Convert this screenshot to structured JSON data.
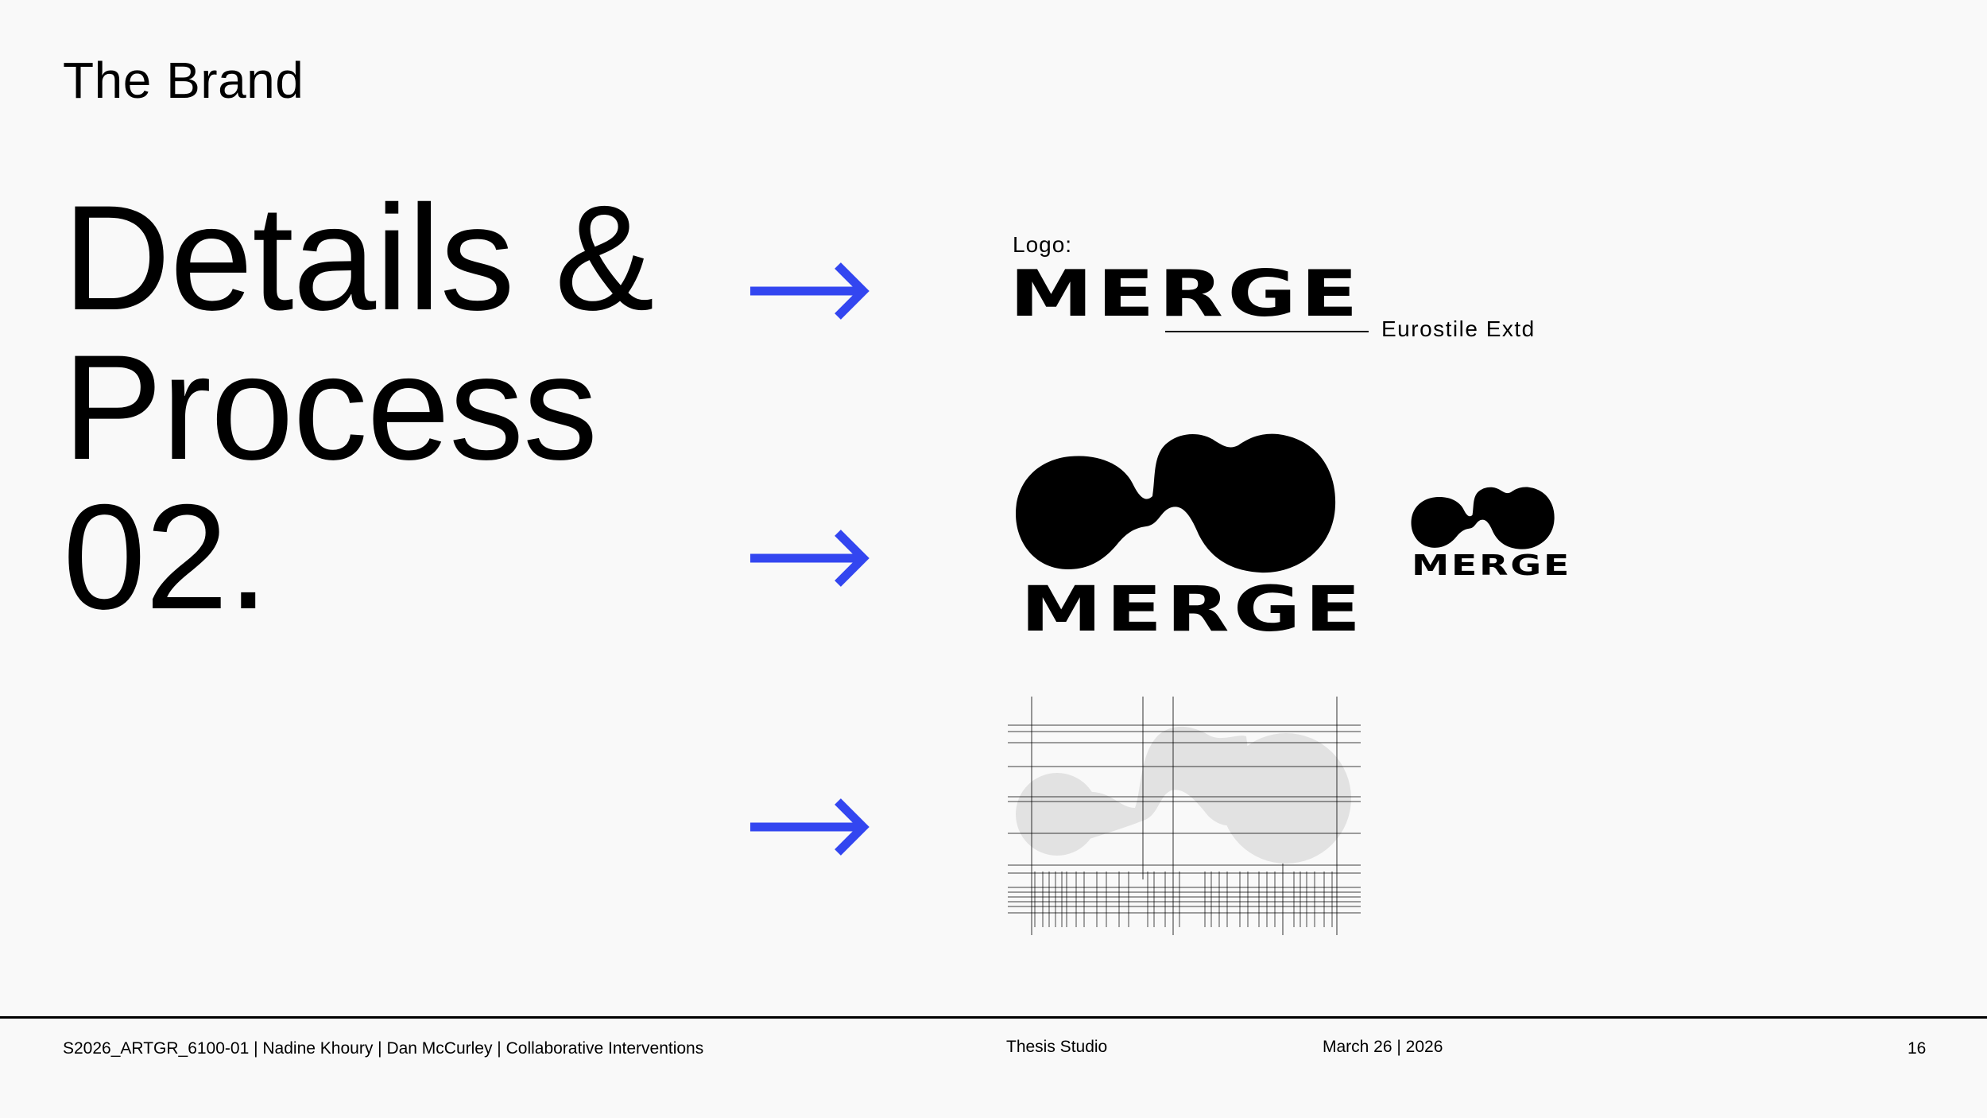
{
  "header": {
    "section_label": "The Brand"
  },
  "title": {
    "line1": "Details &",
    "line2": "Process",
    "line3": "02."
  },
  "logo_section": {
    "caption": "Logo:",
    "wordmark": "MERGE",
    "font_name": "Eurostile Extd"
  },
  "lockups": {
    "primary_wordmark": "MERGE",
    "compact_wordmark": "MERGE"
  },
  "footer": {
    "course_info": "S2026_ARTGR_6100-01 | Nadine Khoury | Dan McCurley | Collaborative Interventions",
    "studio": "Thesis Studio",
    "date": "March 26 | 2026",
    "page_number": "16"
  },
  "colors": {
    "background": "#f9f9f9",
    "text": "#000000",
    "arrow_accent": "#3346f0",
    "grid_shape": "#e2e2e2"
  },
  "icons": [
    "right-arrow-icon",
    "merge-symbol-icon",
    "construction-grid-icon"
  ]
}
